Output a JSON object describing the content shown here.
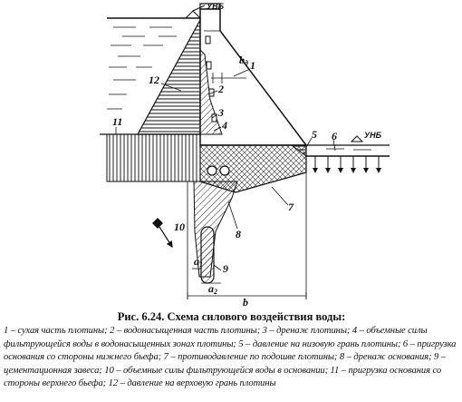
{
  "figure": {
    "level_labels": {
      "upstream": "УВБ",
      "downstream": "УНБ"
    },
    "dims": {
      "bd": "b",
      "bd_sub": "д",
      "b": "b",
      "a1": "a",
      "a1_sub": "1",
      "a2": "a",
      "a2_sub": "2"
    },
    "numbers": {
      "n1": "1",
      "n2": "2",
      "n3": "3",
      "n4": "4",
      "n5": "5",
      "n6": "6",
      "n7": "7",
      "n8": "8",
      "n9": "9",
      "n10": "10",
      "n11": "11",
      "n12": "12"
    }
  },
  "caption": {
    "title": "Рис. 6.24. Схема силового воздействия воды:",
    "body": "1 – сухая часть плотины; 2 – водонасыщенная часть плотины; 3 – дренаж плотины; 4 – объемные силы фильтрующейся воды в водонасыщенных зонах плотины; 5 – давление на низовую грань плотины; 6 – пригрузка основания со стороны нижнего бьефа; 7 – противодавление по подошве плотины; 8 – дренаж основания; 9 – цементационная завеса; 10 – объемные силы фильтрующейся воды в основании; 11 – пригрузка основания со стороны верхнего бьефа; 12 – давление на верховую грань плотины"
  }
}
